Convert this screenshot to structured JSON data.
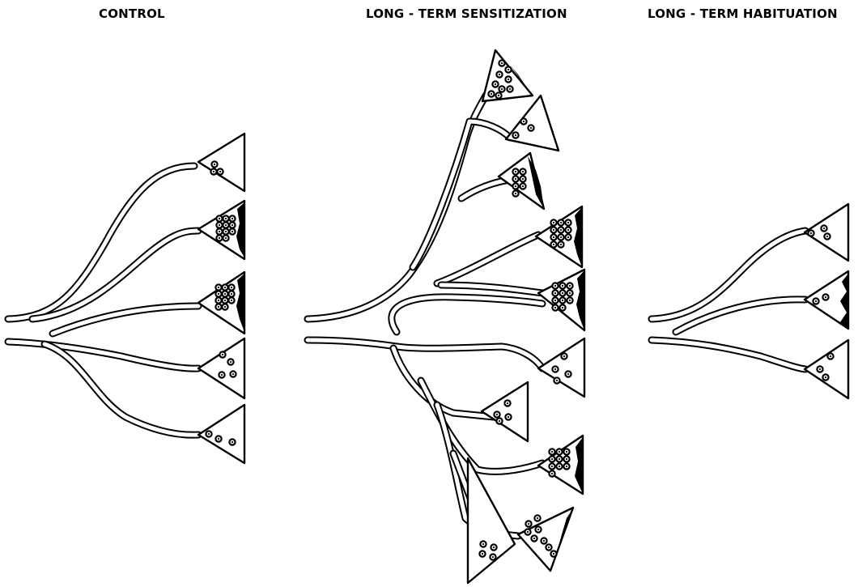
{
  "panels": [
    {
      "id": "control",
      "title": "CONTROL"
    },
    {
      "id": "sensitization",
      "title": "LONG - TERM SENSITIZATION"
    },
    {
      "id": "habituation",
      "title": "LONG - TERM HABITUATION"
    }
  ],
  "colors": {
    "ink": "#000000",
    "paper": "#ffffff"
  }
}
